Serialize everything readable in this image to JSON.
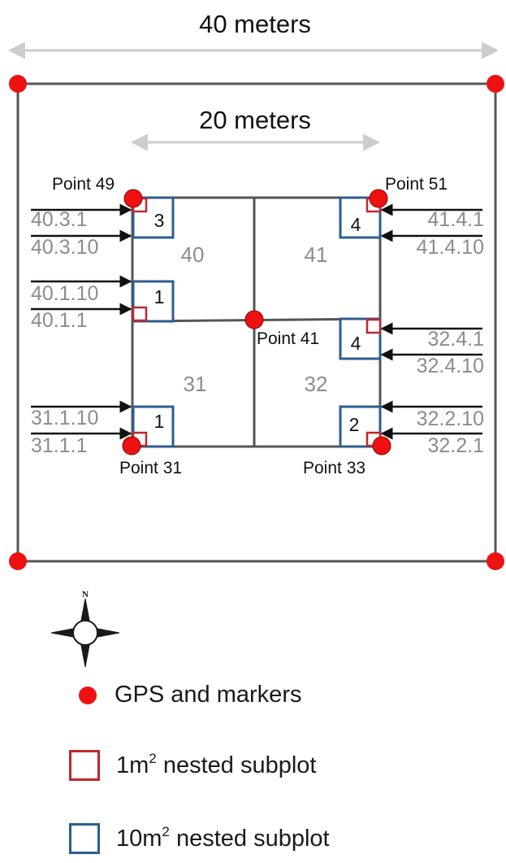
{
  "dimensions": {
    "outer": "40 meters",
    "inner": "20 meters"
  },
  "points": {
    "p49": "Point 49",
    "p51": "Point 51",
    "p41": "Point 41",
    "p31": "Point 31",
    "p33": "Point 33"
  },
  "plots": {
    "nw": "40",
    "ne": "41",
    "sw": "31",
    "se": "32"
  },
  "subplots": {
    "nw_top": "3",
    "nw_bottom": "1",
    "ne_top": "4",
    "ne_bottom": "4",
    "sw": "1",
    "se": "2"
  },
  "codes": {
    "c40_3_1": "40.3.1",
    "c40_3_10": "40.3.10",
    "c40_1_10": "40.1.10",
    "c40_1_1": "40.1.1",
    "c31_1_10": "31.1.10",
    "c31_1_1": "31.1.1",
    "c41_4_1": "41.4.1",
    "c41_4_10": "41.4.10",
    "c32_4_1": "32.4.1",
    "c32_4_10": "32.4.10",
    "c32_2_10": "32.2.10",
    "c32_2_1": "32.2.1"
  },
  "compass": {
    "north": "N"
  },
  "legend": {
    "gps": "GPS and markers",
    "small_prefix": "1m",
    "small_sup": "2",
    "small_suffix": " nested subplot",
    "large_prefix": "10m",
    "large_sup": "2",
    "large_suffix": " nested subplot"
  },
  "colors": {
    "marker": "#ee1111",
    "subplot_1m": "#c0272d",
    "subplot_10m": "#2e5d8c",
    "plot_line": "#555555",
    "dimension_arrow": "#cccccc",
    "label_gray": "#8c8c8c"
  }
}
